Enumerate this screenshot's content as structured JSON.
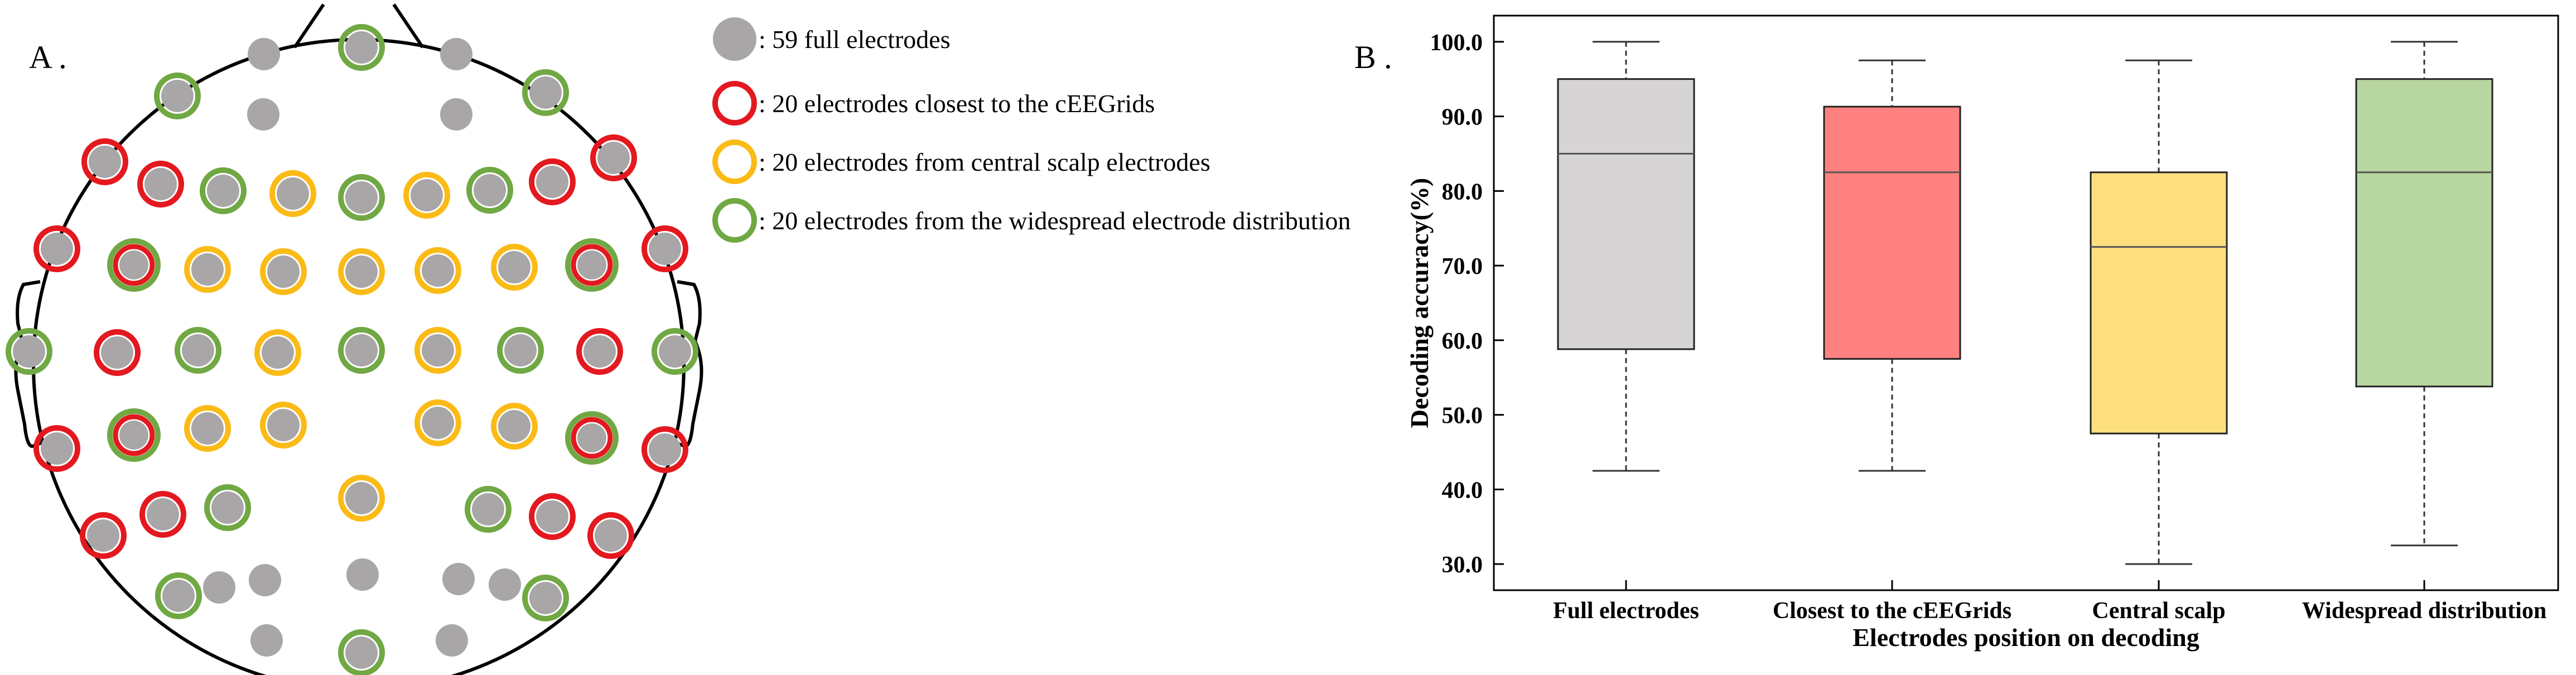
{
  "panel_a": {
    "label": "A .",
    "legend": [
      {
        "text": ": 59 full electrodes",
        "kind": "filled",
        "color": "#a9a6a7"
      },
      {
        "text": ": 20 electrodes  closest to the cEEGrids",
        "kind": "ring",
        "color": "#e3191f"
      },
      {
        "text": ": 20 electrodes from central scalp electrodes",
        "kind": "ring",
        "color": "#fbbb17"
      },
      {
        "text": ": 20 electrodes from the widespread electrode distribution",
        "kind": "ring",
        "color": "#70a843"
      }
    ],
    "colors": {
      "electrode": "#a9a6a7",
      "closest": "#e3191f",
      "central": "#fbbb17",
      "widespread": "#70a843",
      "head": "#000000"
    }
  },
  "chart_data": {
    "panel_label": "B .",
    "type": "box",
    "xlabel": "Electrodes position on decoding",
    "ylabel": "Decoding accuracy(%)",
    "ylim": [
      26.5,
      103.5
    ],
    "yticks": [
      "30.0",
      "40.0",
      "50.0",
      "60.0",
      "70.0",
      "80.0",
      "90.0",
      "100.0"
    ],
    "grid": false,
    "categories": [
      "Full electrodes",
      "Closest to the cEEGrids",
      "Central scalp",
      "Widespread distribution"
    ],
    "series": [
      {
        "min": 42.5,
        "q1": 58.8,
        "median": 85.0,
        "q3": 95.0,
        "max": 100.0,
        "color": "#d6d4d5"
      },
      {
        "min": 42.5,
        "q1": 57.5,
        "median": 82.5,
        "q3": 91.3,
        "max": 97.5,
        "color": "#fe8180"
      },
      {
        "min": 30.0,
        "q1": 47.5,
        "median": 72.5,
        "q3": 82.5,
        "max": 97.5,
        "color": "#fedf80"
      },
      {
        "min": 32.5,
        "q1": 53.8,
        "median": 82.5,
        "q3": 95.0,
        "max": 100.0,
        "color": "#b8d6a0"
      }
    ]
  }
}
